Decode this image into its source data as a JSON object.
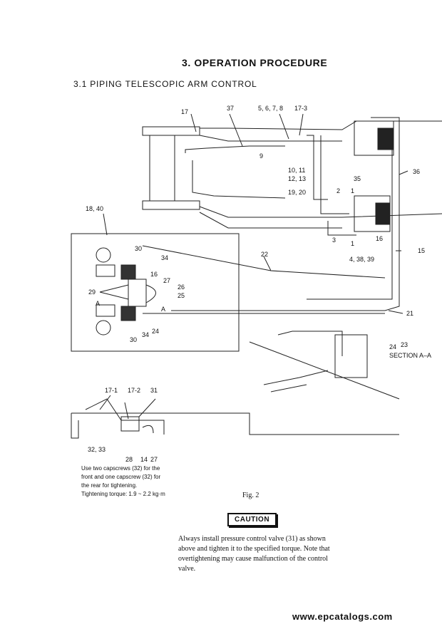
{
  "heading": "3.   OPERATION PROCEDURE",
  "subheading": "3.1  PIPING TELESCOPIC ARM CONTROL",
  "labels": {
    "l17": "17",
    "l37": "37",
    "l5678": "5, 6, 7, 8",
    "l17_3": "17-3",
    "l9": "9",
    "l1011": "10, 11",
    "l1213": "12, 13",
    "l35": "35",
    "l36": "36",
    "l1920": "19, 20",
    "l2": "2",
    "l1a": "1",
    "l1840": "18, 40",
    "l3": "3",
    "l1b": "1",
    "l16a": "16",
    "l15": "15",
    "l43839": "4, 38, 39",
    "l30a": "30",
    "l34a": "34",
    "l22": "22",
    "l16b": "16",
    "l27a": "27",
    "l26": "26",
    "l25": "25",
    "l29": "29",
    "lA1": "A",
    "lA2": "A",
    "l34b": "34",
    "l24a": "24",
    "l30b": "30",
    "l21": "21",
    "l24b": "24",
    "l23": "23",
    "section": "SECTION A–A",
    "l17_1": "17-1",
    "l17_2": "17-2",
    "l31": "31",
    "l3233": "32, 33",
    "l28": "28",
    "l14": "14",
    "l27b": "27"
  },
  "note_lines": [
    "Use two capscrews (32) for the",
    "front and one capscrew (32) for",
    "the rear for tightening.",
    "Tightening torque:  1.9 ~ 2.2 kg·m"
  ],
  "figure_caption": "Fig. 2",
  "caution_label": "CAUTION",
  "caution_text": "Always install pressure control valve (31) as shown above and tighten it to the specified torque. Note that overtightening may cause malfunction of the control valve.",
  "watermark": "www.epcatalogs.com"
}
